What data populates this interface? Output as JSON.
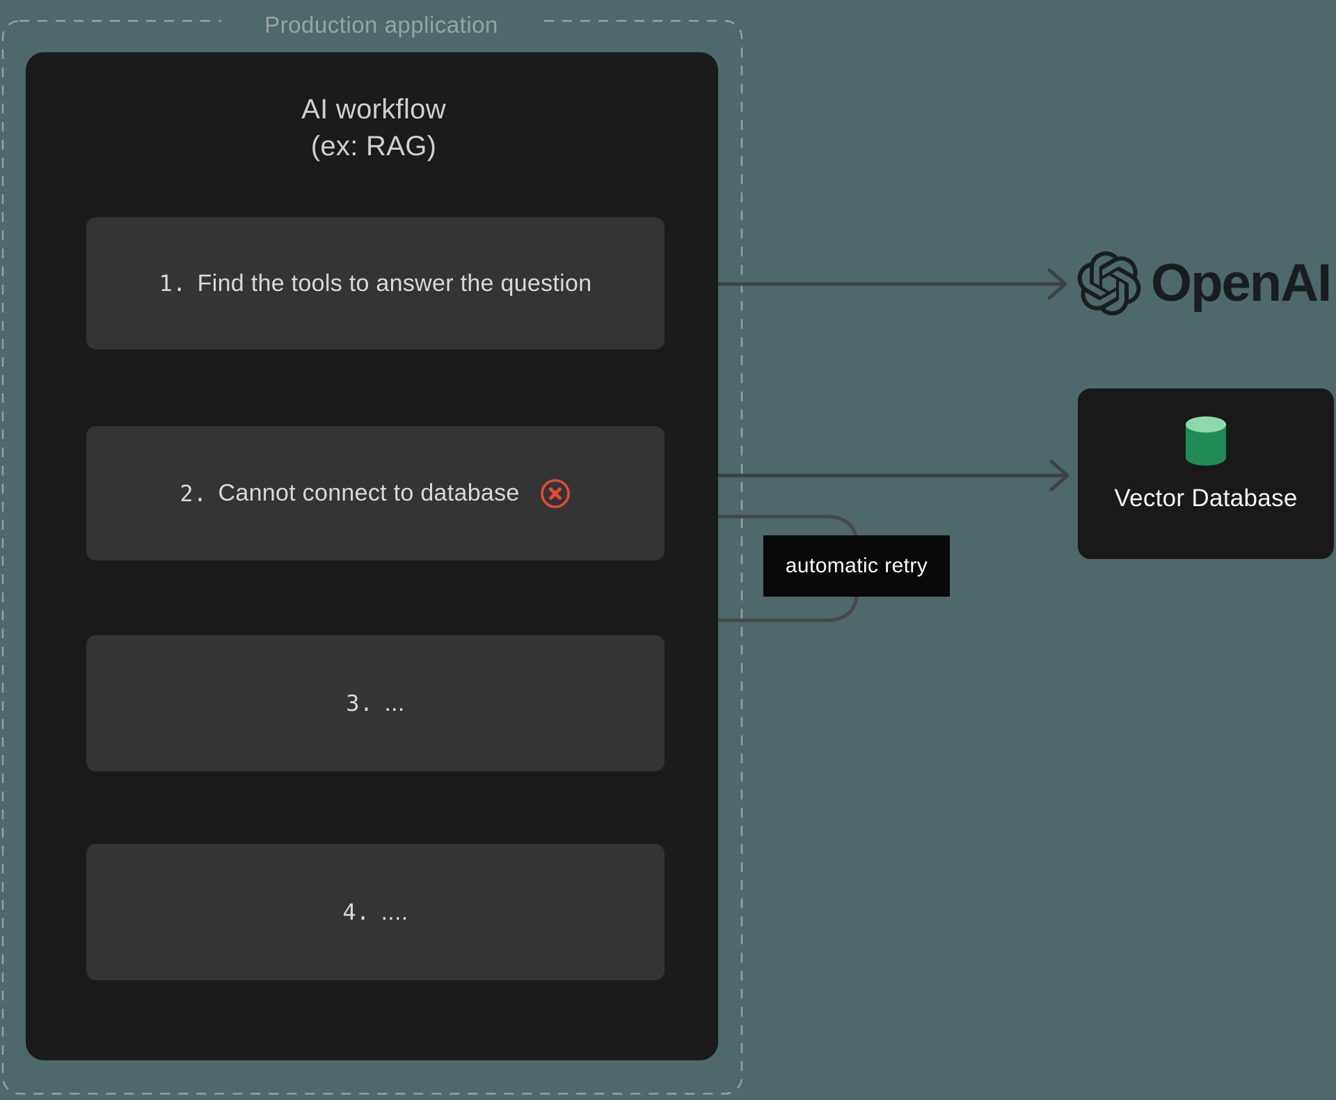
{
  "production_container": {
    "label": "Production application"
  },
  "workflow_panel": {
    "title_line1": "AI workflow",
    "title_line2": "(ex: RAG)",
    "steps": [
      {
        "number": "1.",
        "label": "Find the tools to answer the question",
        "error": false
      },
      {
        "number": "2.",
        "label": "Cannot connect to database",
        "error": true
      },
      {
        "number": "3.",
        "label": "...",
        "error": false
      },
      {
        "number": "4.",
        "label": "....",
        "error": false
      }
    ]
  },
  "annotations": {
    "retry_label": "automatic retry"
  },
  "external_services": {
    "openai": {
      "wordmark": "OpenAI"
    },
    "vector_database": {
      "label": "Vector Database"
    }
  },
  "icons": {
    "openai": "openai-flower-icon",
    "database": "database-cylinder-icon",
    "step_error": "error-circle-x-icon"
  },
  "colors": {
    "background": "#4e686c",
    "dashed_border": "#98a1a1",
    "container_label_text": "#9aa4a4",
    "panel": "#1b1b1b",
    "panel_title_text": "#d0d0d0",
    "step_box": "#343434",
    "step_text": "#d9d9d9",
    "error_red": "#e8463c",
    "arrow_internal": "#585858",
    "arrow_external": "#3e4245",
    "retry_loop": "#484848",
    "retry_label_bg": "#090909",
    "retry_label_text": "#fdfdfd",
    "openai_logo": "#1a1d20",
    "vdb_card_bg": "#191919",
    "vdb_text": "#f5f5f5",
    "db_green_top": "#8fd8ad",
    "db_green_body": "#1f8a55"
  }
}
